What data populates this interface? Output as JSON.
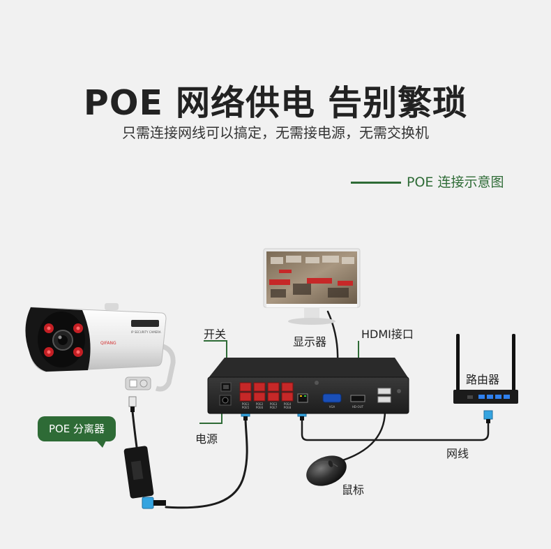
{
  "header": {
    "title": "POE 网络供电 告别繁琐",
    "subtitle": "只需连接网线可以搞定，无需接电源，无需交换机"
  },
  "legend": {
    "text": "POE 连接示意图",
    "color": "#2e6b36"
  },
  "labels": {
    "switch": "开关",
    "monitor": "显示器",
    "hdmi": "HDMI接口",
    "router": "路由器",
    "power": "电源",
    "cable": "网线",
    "mouse": "鼠标",
    "poe_splitter": "POE 分离器"
  },
  "nvr_ports": {
    "poe_top": [
      "POE1",
      "POE2",
      "POE3",
      "POE4"
    ],
    "poe_bottom": [
      "POE5",
      "POE6",
      "POE7",
      "POE8"
    ],
    "vga": "VGA",
    "hdmi_out": "HD-OUT"
  },
  "camera_text": {
    "brand": "QIFANG",
    "model": "IP SECURITY CAMERA"
  },
  "icons": [
    "camera-icon",
    "monitor-icon",
    "nvr-icon",
    "router-icon",
    "mouse-icon",
    "poe-splitter-icon",
    "rj45-plug-icon"
  ]
}
